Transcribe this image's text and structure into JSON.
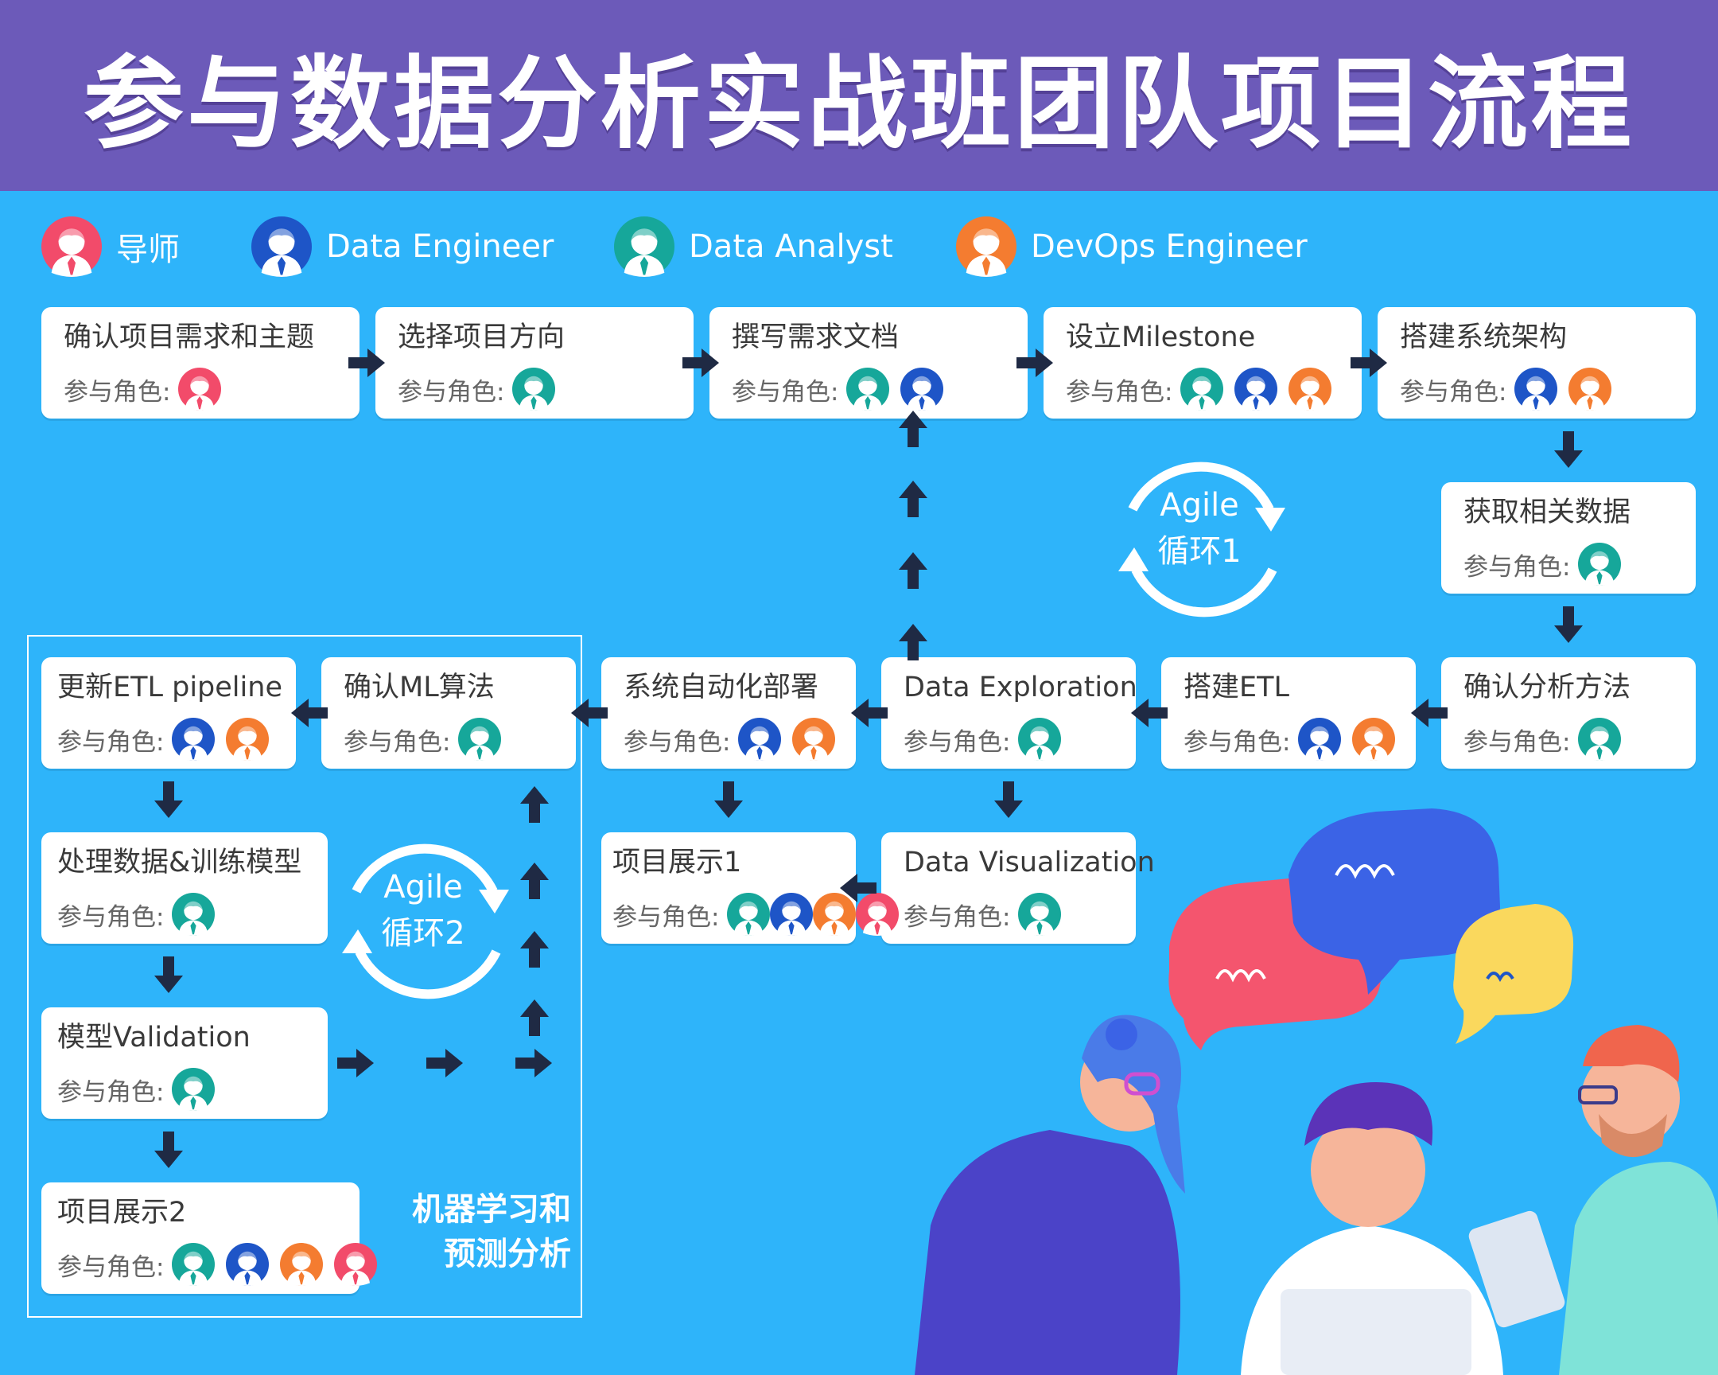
{
  "title": "参与数据分析实战班团队项目流程",
  "colors": {
    "header": "#6C5AB9",
    "background": "#2EB4FA",
    "arrow": "#1F2A44",
    "mentor": "#F24B6A",
    "engineer": "#1E55C7",
    "analyst": "#16A79A",
    "devops": "#F47C30"
  },
  "legend": [
    {
      "role": "mentor",
      "label": "导师"
    },
    {
      "role": "engineer",
      "label": "Data Engineer"
    },
    {
      "role": "analyst",
      "label": "Data Analyst"
    },
    {
      "role": "devops",
      "label": "DevOps Engineer"
    }
  ],
  "role_prefix": "参与角色:",
  "steps": [
    {
      "title": "确认项目需求和主题",
      "roles": [
        "mentor"
      ]
    },
    {
      "title": "选择项目方向",
      "roles": [
        "analyst"
      ]
    },
    {
      "title": "撰写需求文档",
      "roles": [
        "analyst",
        "engineer"
      ]
    },
    {
      "title": "设立Milestone",
      "roles": [
        "analyst",
        "engineer",
        "devops"
      ]
    },
    {
      "title": "搭建系统架构",
      "roles": [
        "engineer",
        "devops"
      ]
    },
    {
      "title": "获取相关数据",
      "roles": [
        "analyst"
      ]
    },
    {
      "title": "确认分析方法",
      "roles": [
        "analyst"
      ]
    },
    {
      "title": "搭建ETL",
      "roles": [
        "engineer",
        "devops"
      ]
    },
    {
      "title": "Data Exploration",
      "roles": [
        "analyst"
      ]
    },
    {
      "title": "系统自动化部署",
      "roles": [
        "engineer",
        "devops"
      ]
    },
    {
      "title": "确认ML算法",
      "roles": [
        "analyst"
      ]
    },
    {
      "title": "更新ETL pipeline",
      "roles": [
        "engineer",
        "devops"
      ]
    },
    {
      "title": "Data Visualization",
      "roles": [
        "analyst"
      ]
    },
    {
      "title": "项目展示1",
      "roles": [
        "analyst",
        "engineer",
        "devops",
        "mentor"
      ]
    },
    {
      "title": "处理数据&训练模型",
      "roles": [
        "analyst"
      ]
    },
    {
      "title": "模型Validation",
      "roles": [
        "analyst"
      ]
    },
    {
      "title": "项目展示2",
      "roles": [
        "analyst",
        "engineer",
        "devops",
        "mentor"
      ]
    }
  ],
  "agile1": {
    "line1": "Agile",
    "line2": "循环1"
  },
  "agile2": {
    "line1": "Agile",
    "line2": "循环2"
  },
  "ml_section_label": [
    "机器学习和",
    "预测分析"
  ]
}
